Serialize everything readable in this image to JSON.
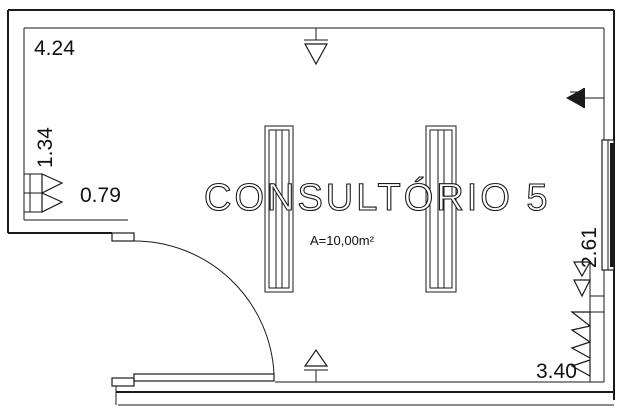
{
  "room": {
    "name": "CONSULTÓRIO 5",
    "area": "A=10,00m²"
  },
  "dimensions": {
    "top_left": "4.24",
    "left_vertical": "1.34",
    "left_window": "0.79",
    "right_vertical": "2.61",
    "bottom_right": "3.40"
  },
  "icons": {
    "light_fixture_left": "fluorescent-light-icon",
    "light_fixture_right": "fluorescent-light-icon",
    "outlet_top": "outlet-symbol-icon",
    "outlet_bottom": "outlet-symbol-icon",
    "switch_right": "switch-symbol-icon",
    "door": "door-swing-icon"
  },
  "colors": {
    "line": "#1a1a1a",
    "background": "#ffffff"
  }
}
